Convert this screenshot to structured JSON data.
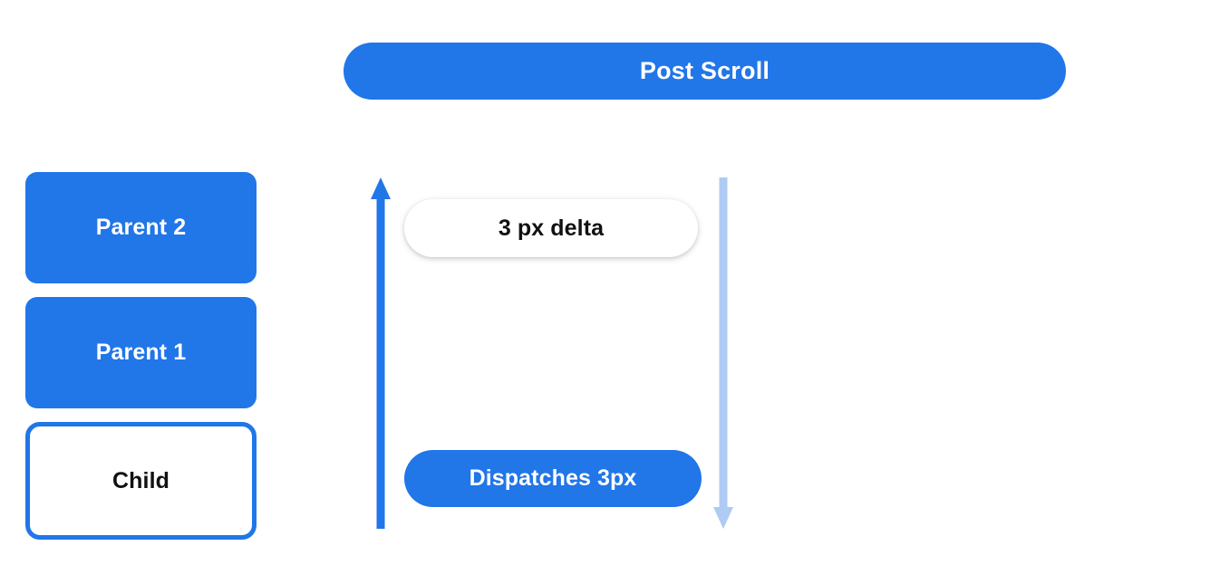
{
  "header": {
    "title": "Post Scroll",
    "color": "#2176e8"
  },
  "stack": {
    "nodes": [
      {
        "label": "Parent 2",
        "style": "filled",
        "fill": "#2176e8",
        "text_color": "#ffffff"
      },
      {
        "label": "Parent 1",
        "style": "filled",
        "fill": "#2176e8",
        "text_color": "#ffffff"
      },
      {
        "label": "Child",
        "style": "outlined",
        "fill": "#ffffff",
        "border_color": "#2176e8",
        "text_color": "#111111"
      }
    ]
  },
  "arrows": {
    "up": {
      "name": "upward-arrow",
      "color": "#2176e8",
      "direction": "up"
    },
    "down": {
      "name": "downward-arrow",
      "color": "#aecbf4",
      "direction": "down"
    }
  },
  "annotations": {
    "delta": {
      "label": "3 px delta",
      "fill": "#ffffff",
      "text_color": "#111111"
    },
    "dispatch": {
      "label": "Dispatches 3px",
      "fill": "#2176e8",
      "text_color": "#ffffff"
    }
  }
}
